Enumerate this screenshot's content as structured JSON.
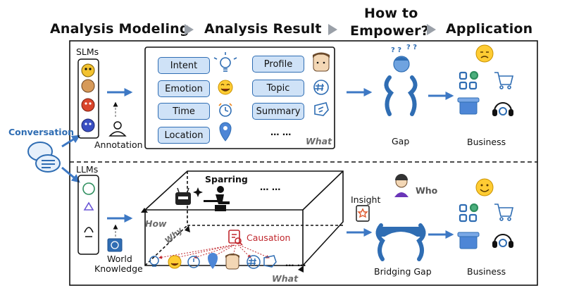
{
  "headers": {
    "analysis_modeling": "Analysis Modeling",
    "analysis_result": "Analysis Result",
    "how_to_empower_line1": "How to",
    "how_to_empower_line2": "Empower?",
    "application": "Application"
  },
  "left": {
    "conversation": "Conversation"
  },
  "top_panel": {
    "slms": "SLMs",
    "annotation": "Annotation",
    "chips_left": [
      "Intent",
      "Emotion",
      "Time",
      "Location"
    ],
    "chips_right": [
      "Profile",
      "Topic",
      "Summary"
    ],
    "ellipsis": "… …",
    "what": "What",
    "gap": "Gap",
    "business": "Business"
  },
  "bottom_panel": {
    "llms": "LLMs",
    "world_knowledge_line1": "World",
    "world_knowledge_line2": "Knowledge",
    "sparring": "Sparring",
    "ellipsis": "… …",
    "how": "How",
    "why": "Why",
    "causation": "Causation",
    "what": "What",
    "insight": "Insight",
    "who": "Who",
    "bridging_gap": "Bridging Gap",
    "business": "Business"
  },
  "colors": {
    "arrow_blue": "#3d78c4",
    "chip_fill": "#cfe2f7",
    "chip_border": "#2f6db3",
    "causation_red": "#c0272d",
    "triangle_gray": "#9aa0a8"
  }
}
